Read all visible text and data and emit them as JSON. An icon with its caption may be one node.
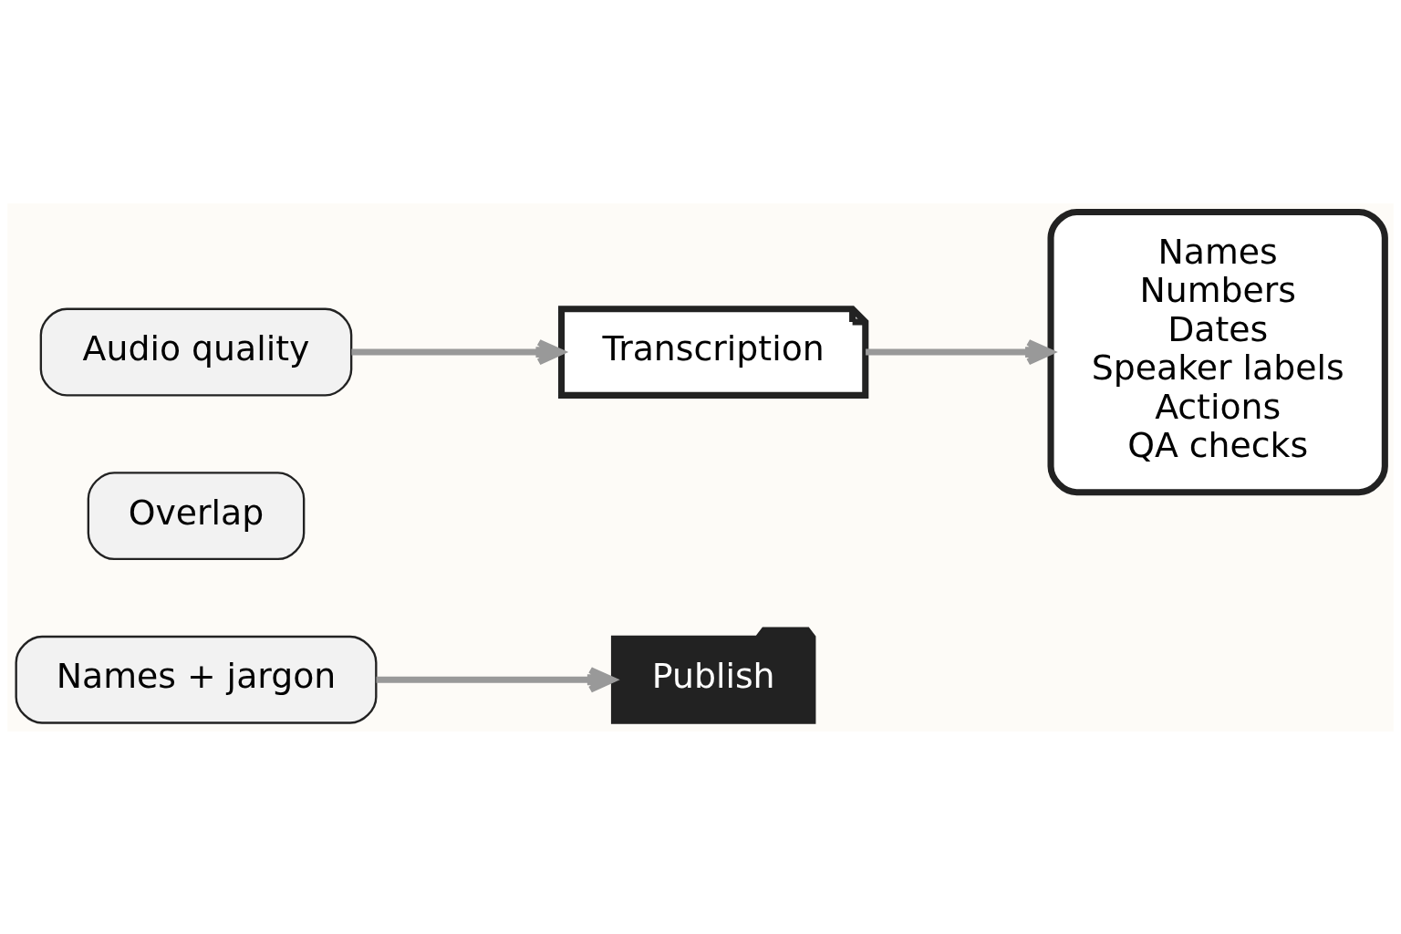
{
  "diagram": {
    "nodes": [
      {
        "text": [
          "Audio quality"
        ]
      },
      {
        "text": [
          "Overlap"
        ]
      },
      {
        "text": [
          "Names + jargon"
        ]
      },
      {
        "text": [
          "Transcription"
        ]
      },
      {
        "text": [
          "Names",
          "Numbers",
          "Dates",
          "Speaker labels",
          "Actions",
          "QA checks"
        ]
      },
      {
        "text": [
          "Publish"
        ]
      }
    ],
    "edges": [
      {
        "from": 0,
        "to": 3,
        "arrow": "to"
      },
      {
        "from": 3,
        "to": 4,
        "arrow": "to"
      },
      {
        "from": 2,
        "to": 5,
        "arrow": "to"
      }
    ]
  }
}
